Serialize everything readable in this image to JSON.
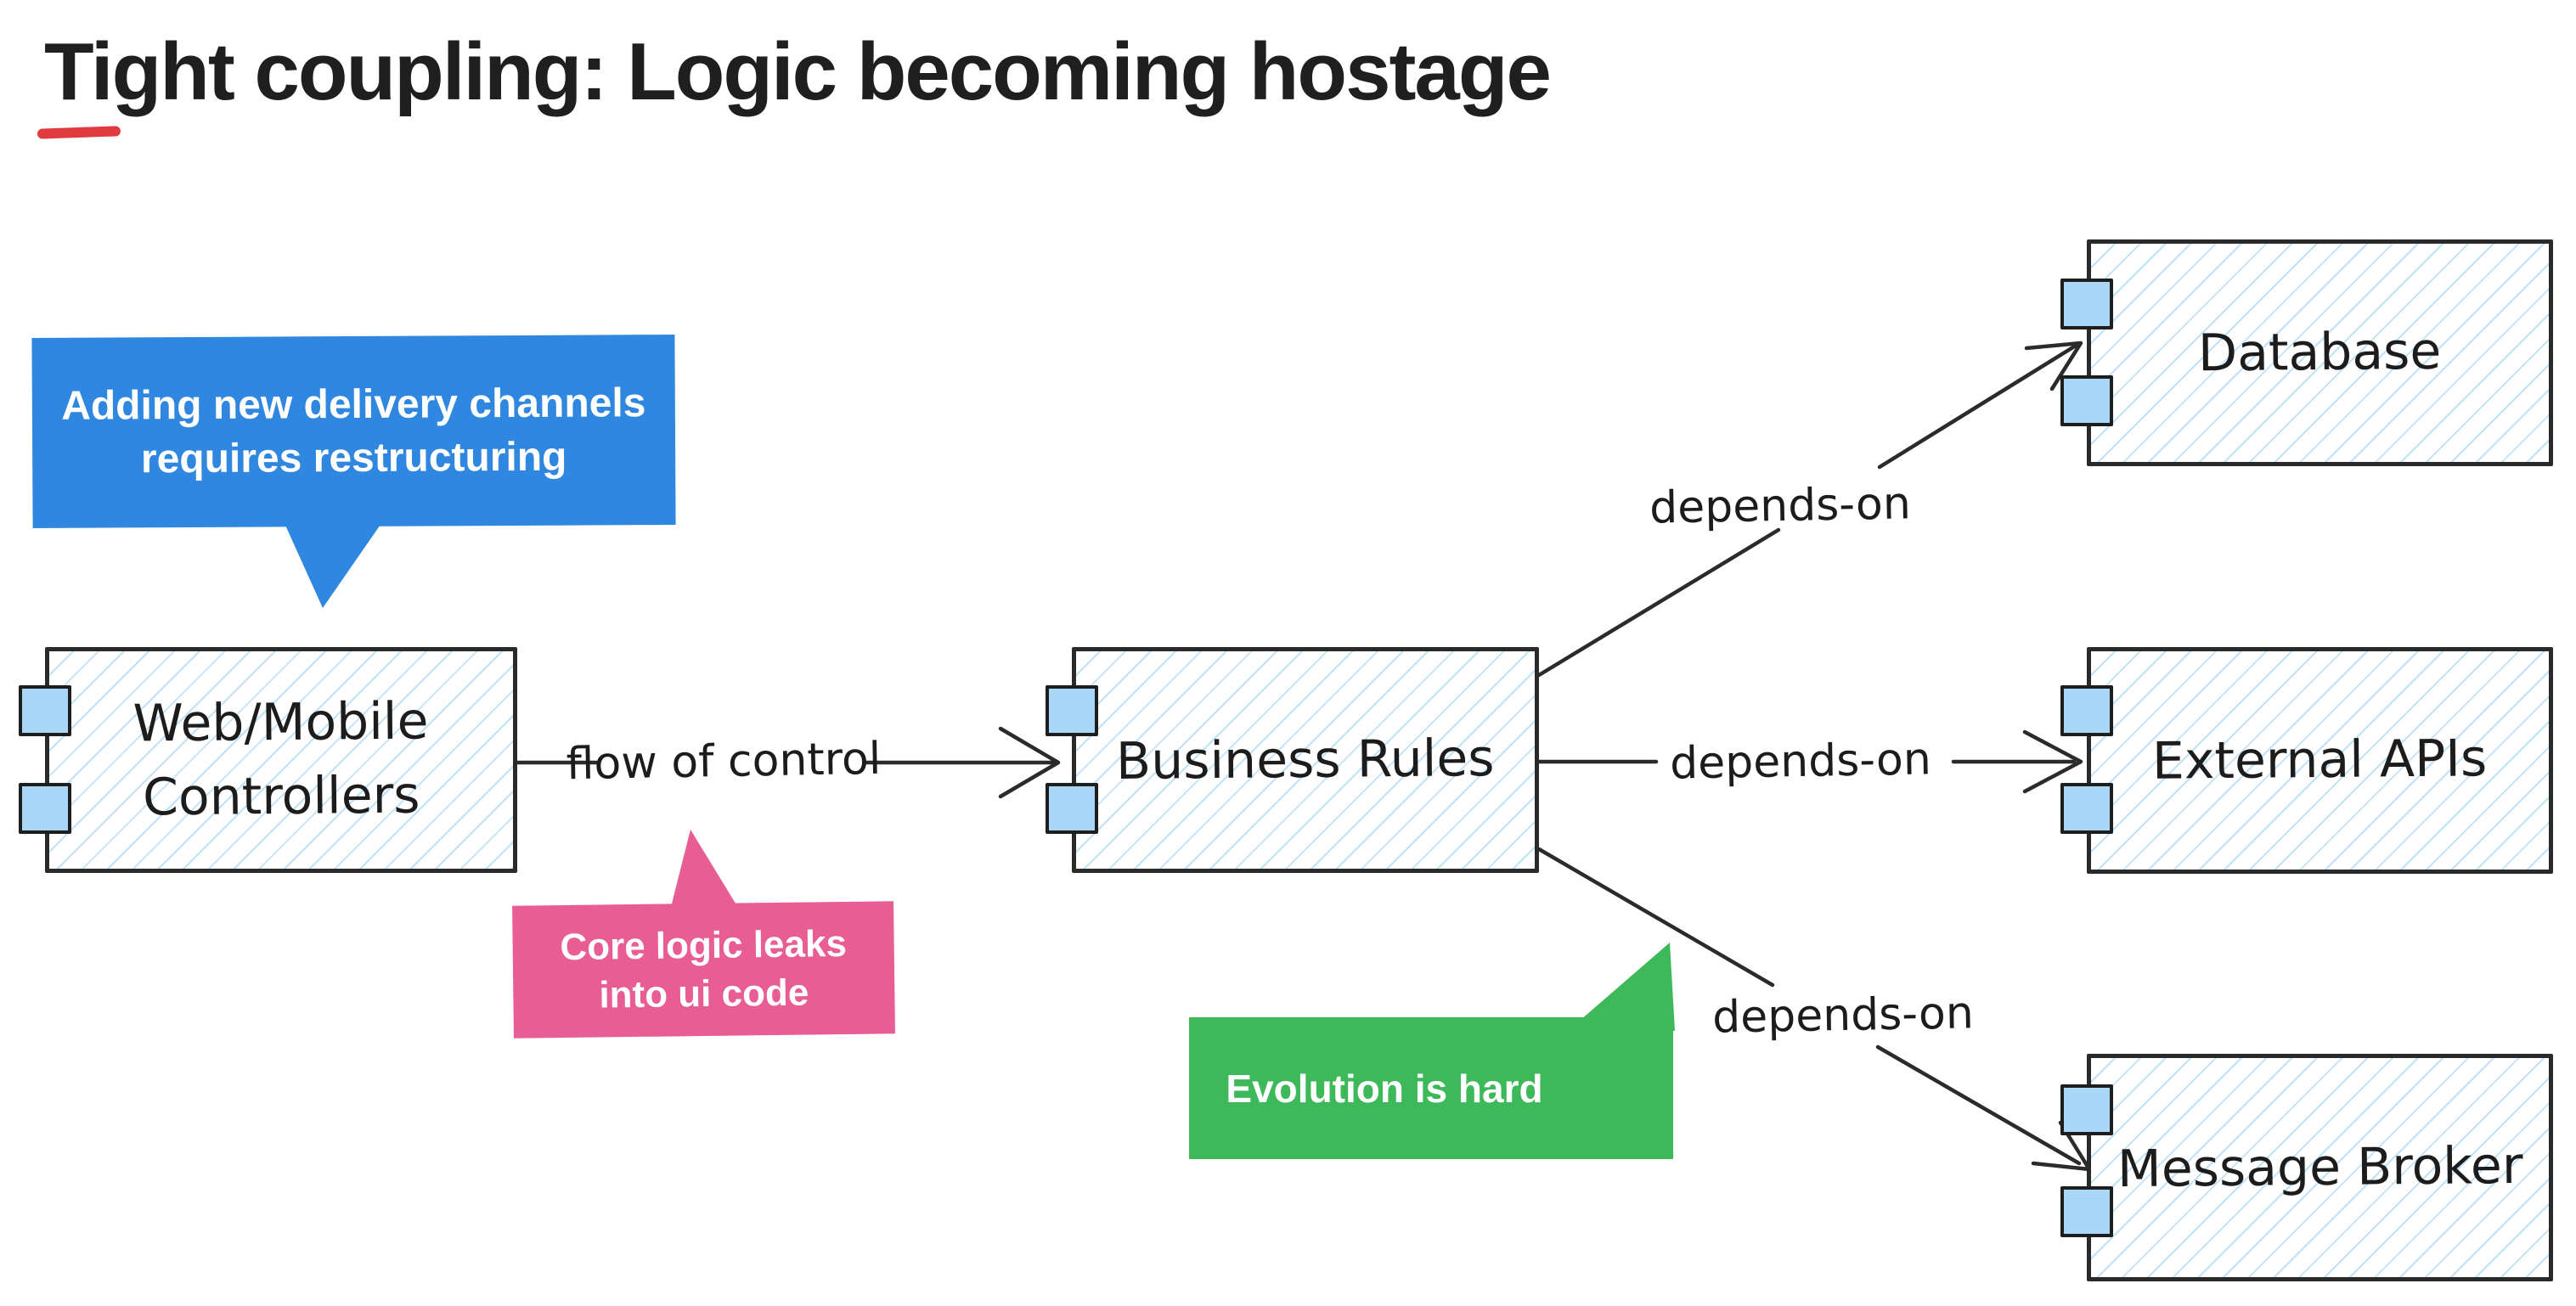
{
  "title": {
    "text": "Tight coupling: Logic becoming hostage",
    "color": "#1f1f1f",
    "underline_color": "#e23b3f"
  },
  "callouts": {
    "blue": {
      "lines": [
        "Adding new delivery channels",
        "requires restructuring"
      ],
      "bg": "#2f87e0",
      "text_color": "#ffffff"
    },
    "pink": {
      "lines": [
        "Core logic leaks",
        "into ui code"
      ],
      "bg": "#e85d93",
      "text_color": "#ffffff"
    },
    "green": {
      "lines": [
        "Evolution is hard"
      ],
      "bg": "#3eb95a",
      "text_color": "#ffffff"
    }
  },
  "components": {
    "web": {
      "lines": [
        "Web/Mobile",
        "Controllers"
      ]
    },
    "business": {
      "lines": [
        "Business Rules"
      ]
    },
    "database": {
      "lines": [
        "Database"
      ]
    },
    "external": {
      "lines": [
        "External APIs"
      ]
    },
    "broker": {
      "lines": [
        "Message Broker"
      ]
    }
  },
  "edges": {
    "flow": {
      "label": "flow of control"
    },
    "dep_db": {
      "label": "depends-on"
    },
    "dep_api": {
      "label": "depends-on"
    },
    "dep_broker": {
      "label": "depends-on"
    }
  },
  "style": {
    "hatch_color": "#bfe2f8",
    "port_fill": "#a9d7f7",
    "line_color": "#2b2b2b",
    "box_border": "#2a2a2a"
  }
}
